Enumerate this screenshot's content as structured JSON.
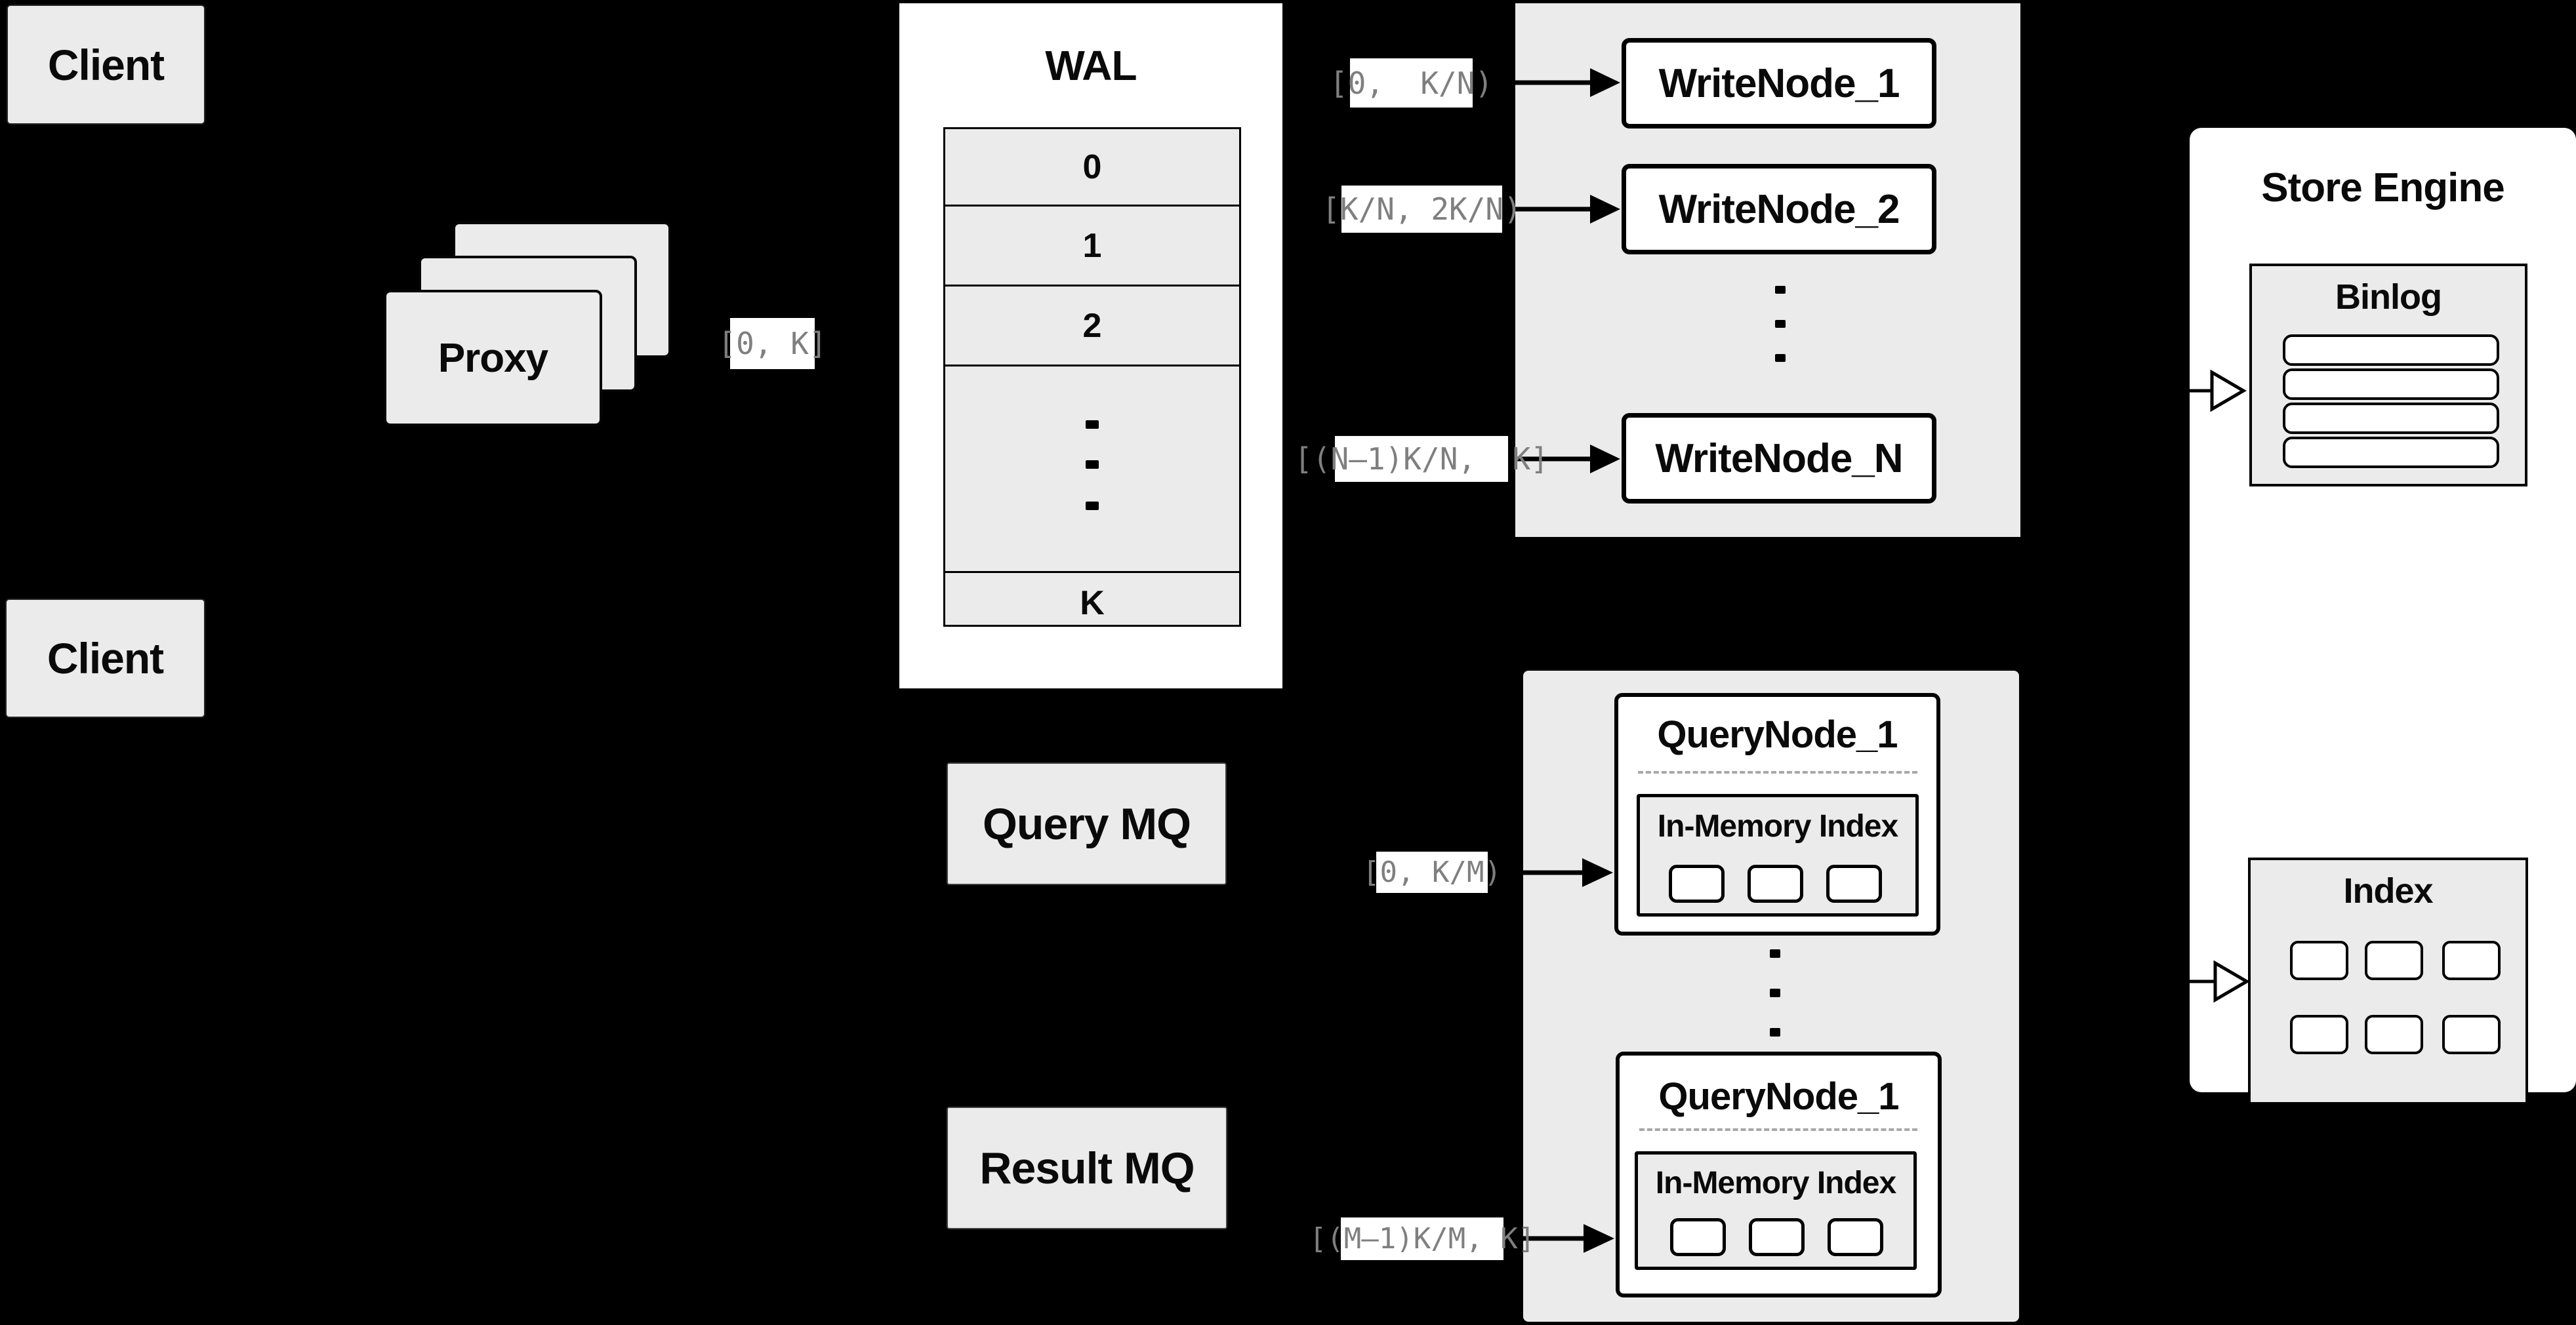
{
  "diagram": {
    "clients": {
      "top": "Client",
      "bottom": "Client"
    },
    "proxy": {
      "label": "Proxy",
      "range_label": "[0, K]"
    },
    "wal": {
      "title": "WAL",
      "rows": [
        "0",
        "1",
        "2",
        "K"
      ]
    },
    "write_group": {
      "labels": [
        "[0,  K/N)",
        "[K/N, 2K/N)",
        "[(N–1)K/N,  K]"
      ],
      "nodes": [
        "WriteNode_1",
        "WriteNode_2",
        "WriteNode_N"
      ]
    },
    "mq": {
      "query": "Query MQ",
      "result": "Result MQ"
    },
    "query_group": {
      "labels": [
        "[0, K/M)",
        "[(M–1)K/M, K]"
      ],
      "nodes": [
        {
          "title": "QueryNode_1",
          "index_title": "In-Memory Index"
        },
        {
          "title": "QueryNode_1",
          "index_title": "In-Memory Index"
        }
      ]
    },
    "store_engine": {
      "title": "Store Engine",
      "binlog_title": "Binlog",
      "index_title": "Index"
    },
    "colors": {
      "background": "#000000",
      "panel": "#ebebeb",
      "box_fill": "#ebebeb",
      "white": "#ffffff",
      "line": "#000000",
      "label_text": "#7f7f7f"
    }
  }
}
